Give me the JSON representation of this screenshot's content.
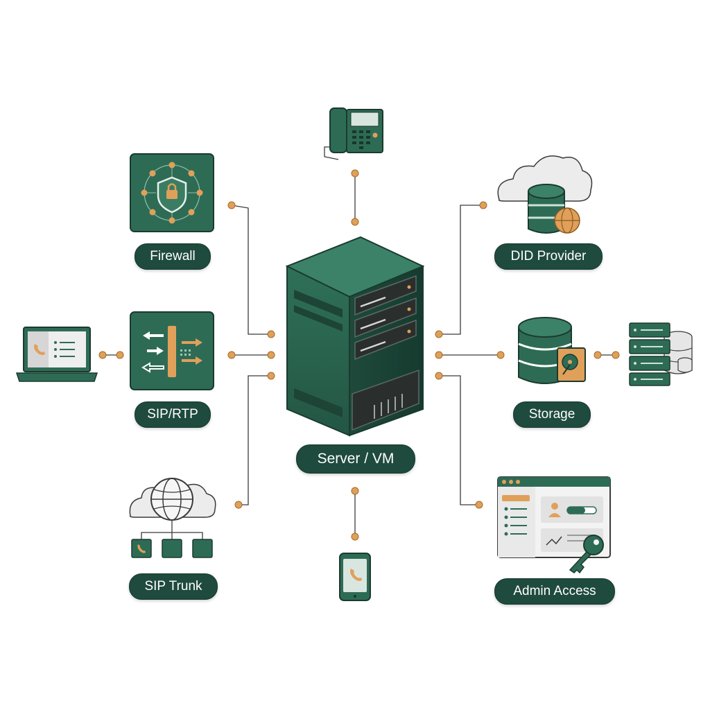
{
  "colors": {
    "green": "#2e6b55",
    "green_dark": "#1f4a3e",
    "orange": "#e0a05a",
    "line": "#3a3a3a",
    "grey": "#e6e6e6"
  },
  "nodes": {
    "center": {
      "label": "Server / VM",
      "icon": "server-rack-icon"
    },
    "firewall": {
      "label": "Firewall",
      "icon": "shield-lock-icon"
    },
    "sip_rtp": {
      "label": "SIP/RTP",
      "icon": "traffic-arrows-icon"
    },
    "sip_trunk": {
      "label": "SIP Trunk",
      "icon": "globe-cloud-icon"
    },
    "did_provider": {
      "label": "DID Provider",
      "icon": "cloud-database-icon"
    },
    "storage": {
      "label": "Storage",
      "icon": "database-disk-icon"
    },
    "admin_access": {
      "label": "Admin Access",
      "icon": "admin-panel-icon"
    },
    "desk_phone": {
      "icon": "desk-phone-icon"
    },
    "mobile_phone": {
      "icon": "mobile-phone-icon"
    },
    "laptop": {
      "icon": "laptop-softphone-icon"
    },
    "server_stack": {
      "icon": "server-stack-icon"
    }
  }
}
